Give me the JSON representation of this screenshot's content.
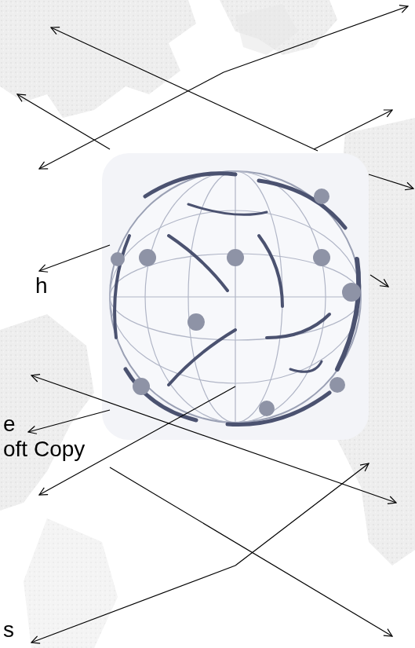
{
  "diagram": {
    "labels": [
      "h",
      "e",
      "oft Copy",
      "s"
    ]
  }
}
